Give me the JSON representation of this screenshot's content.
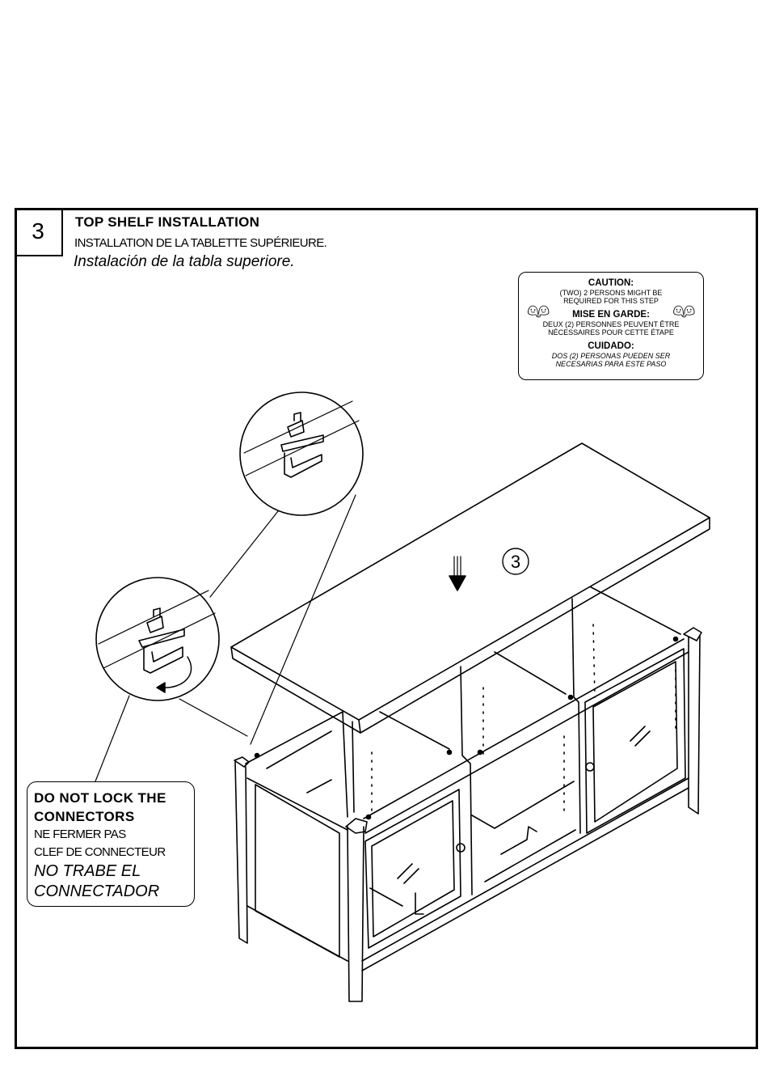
{
  "step": {
    "number": "3",
    "title_en": "TOP SHELF INSTALLATION",
    "title_fr": "INSTALLATION DE LA TABLETTE SUPÉRIEURE.",
    "title_es": "Instalación de la tabla superiore."
  },
  "caution": {
    "en_heading": "CAUTION:",
    "en_line1": "(TWO) 2 PERSONS MIGHT BE",
    "en_line2": "REQUIRED FOR THIS STEP",
    "fr_heading": "MISE EN GARDE:",
    "fr_line1": "DEUX (2) PERSONNES PEUVENT ÊTRE",
    "fr_line2": "NÉCESSAIRES POUR CETTE ÉTAPE",
    "es_heading": "CUIDADO:",
    "es_line1": "DOS (2) PERSONAS PUEDEN SER",
    "es_line2": "NECESARIAS PARA ESTE PASO",
    "icon": "two-persons-icon"
  },
  "warning": {
    "en_line1": "DO NOT LOCK THE",
    "en_line2": "CONNECTORS",
    "fr_line1": "NE FERMER PAS",
    "fr_line2": "CLEF DE CONNECTEUR",
    "es_line1": "NO TRABE EL",
    "es_line2": "CONNECTADOR"
  },
  "diagram": {
    "part_label": "3",
    "icons": [
      "down-arrow-icon",
      "rotate-arrow-icon",
      "connector-icon",
      "magnifier-callout"
    ]
  }
}
